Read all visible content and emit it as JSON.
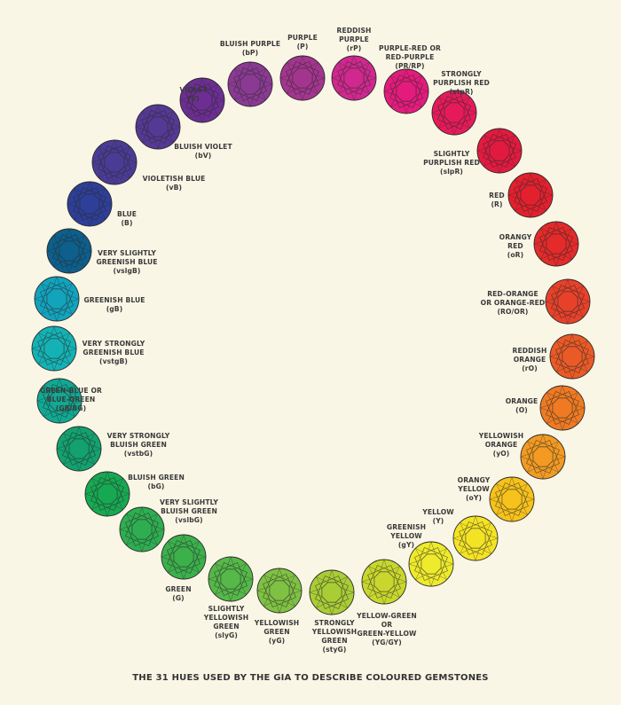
{
  "title": "THE 31 HUES USED BY THE GIA TO DESCRIBE COLOURED GEMSTONES",
  "hues": [
    {
      "code": "bP",
      "lines": [
        "BLUISH PURPLE",
        "(bP)"
      ],
      "color": "#8b3a94"
    },
    {
      "code": "P",
      "lines": [
        "PURPLE",
        "(P)"
      ],
      "color": "#a4358f"
    },
    {
      "code": "rP",
      "lines": [
        "REDDISH",
        "PURPLE",
        "(rP)"
      ],
      "color": "#d0288f"
    },
    {
      "code": "PR/RP",
      "lines": [
        "PURPLE-RED OR",
        "RED-PURPLE",
        "(PR/RP)"
      ],
      "color": "#e41b7d"
    },
    {
      "code": "stpR",
      "lines": [
        "STRONGLY",
        "PURPLISH RED",
        "(stpR)"
      ],
      "color": "#e61a5a"
    },
    {
      "code": "slpR",
      "lines": [
        "SLIGHTLY",
        "PURPLISH RED",
        "(slpR)"
      ],
      "color": "#e31a40"
    },
    {
      "code": "R",
      "lines": [
        "RED",
        "(R)"
      ],
      "color": "#e3202e"
    },
    {
      "code": "oR",
      "lines": [
        "ORANGY",
        "RED",
        "(oR)"
      ],
      "color": "#e42a2a"
    },
    {
      "code": "RO/OR",
      "lines": [
        "RED-ORANGE",
        "OR ORANGE-RED",
        "(RO/OR)"
      ],
      "color": "#e8412a"
    },
    {
      "code": "rO",
      "lines": [
        "REDDISH",
        "ORANGE",
        "(rO)"
      ],
      "color": "#ea5a26"
    },
    {
      "code": "O",
      "lines": [
        "ORANGE",
        "(O)"
      ],
      "color": "#ef7a22"
    },
    {
      "code": "yO",
      "lines": [
        "YELLOWISH",
        "ORANGE",
        "(yO)"
      ],
      "color": "#f29a22"
    },
    {
      "code": "oY",
      "lines": [
        "ORANGY",
        "YELLOW",
        "(oY)"
      ],
      "color": "#f6c21b"
    },
    {
      "code": "Y",
      "lines": [
        "YELLOW",
        "(Y)"
      ],
      "color": "#f4e325"
    },
    {
      "code": "gY",
      "lines": [
        "GREENISH",
        "YELLOW",
        "(gY)"
      ],
      "color": "#eeea2c"
    },
    {
      "code": "YG/GY",
      "lines": [
        "YELLOW-GREEN",
        "OR",
        "GREEN-YELLOW",
        "(YG/GY)"
      ],
      "color": "#c9d72d"
    },
    {
      "code": "styG",
      "lines": [
        "STRONGLY",
        "YELLOWISH",
        "GREEN",
        "(styG)"
      ],
      "color": "#a9cd35"
    },
    {
      "code": "yG",
      "lines": [
        "YELLOWISH",
        "GREEN",
        "(yG)"
      ],
      "color": "#7fc143"
    },
    {
      "code": "slyG",
      "lines": [
        "SLIGHTLY",
        "YELLOWISH",
        "GREEN",
        "(slyG)"
      ],
      "color": "#55b849"
    },
    {
      "code": "G",
      "lines": [
        "GREEN",
        "(G)"
      ],
      "color": "#3bb04b"
    },
    {
      "code": "vslbG",
      "lines": [
        "VERY SLIGHTLY",
        "BLUISH GREEN",
        "(vslbG)"
      ],
      "color": "#2eae50"
    },
    {
      "code": "bG",
      "lines": [
        "BLUISH GREEN",
        "(bG)"
      ],
      "color": "#17a952"
    },
    {
      "code": "vstbG",
      "lines": [
        "VERY STRONGLY",
        "BLUISH GREEN",
        "(vstbG)"
      ],
      "color": "#13a170"
    },
    {
      "code": "GB/BG",
      "lines": [
        "GREEN-BLUE OR",
        "BLUE-GREEN",
        "(GB/BG)"
      ],
      "color": "#10a993"
    },
    {
      "code": "vstgB",
      "lines": [
        "VERY STRONGLY",
        "GREENISH BLUE",
        "(vstgB)"
      ],
      "color": "#14b2b5"
    },
    {
      "code": "gB",
      "lines": [
        "GREENISH BLUE",
        "(gB)"
      ],
      "color": "#12a3bd"
    },
    {
      "code": "vslgB",
      "lines": [
        "VERY SLIGHTLY",
        "GREENISH BLUE",
        "(vslgB)"
      ],
      "color": "#0d5f8c"
    },
    {
      "code": "B",
      "lines": [
        "BLUE",
        "(B)"
      ],
      "color": "#2d3f98"
    },
    {
      "code": "vB",
      "lines": [
        "VIOLETISH BLUE",
        "(vB)"
      ],
      "color": "#4a3c95"
    },
    {
      "code": "bV",
      "lines": [
        "BLUISH VIOLET",
        "(bV)"
      ],
      "color": "#553994"
    },
    {
      "code": "V",
      "lines": [
        "VIOLET",
        "(V)"
      ],
      "color": "#6c2e93"
    }
  ]
}
